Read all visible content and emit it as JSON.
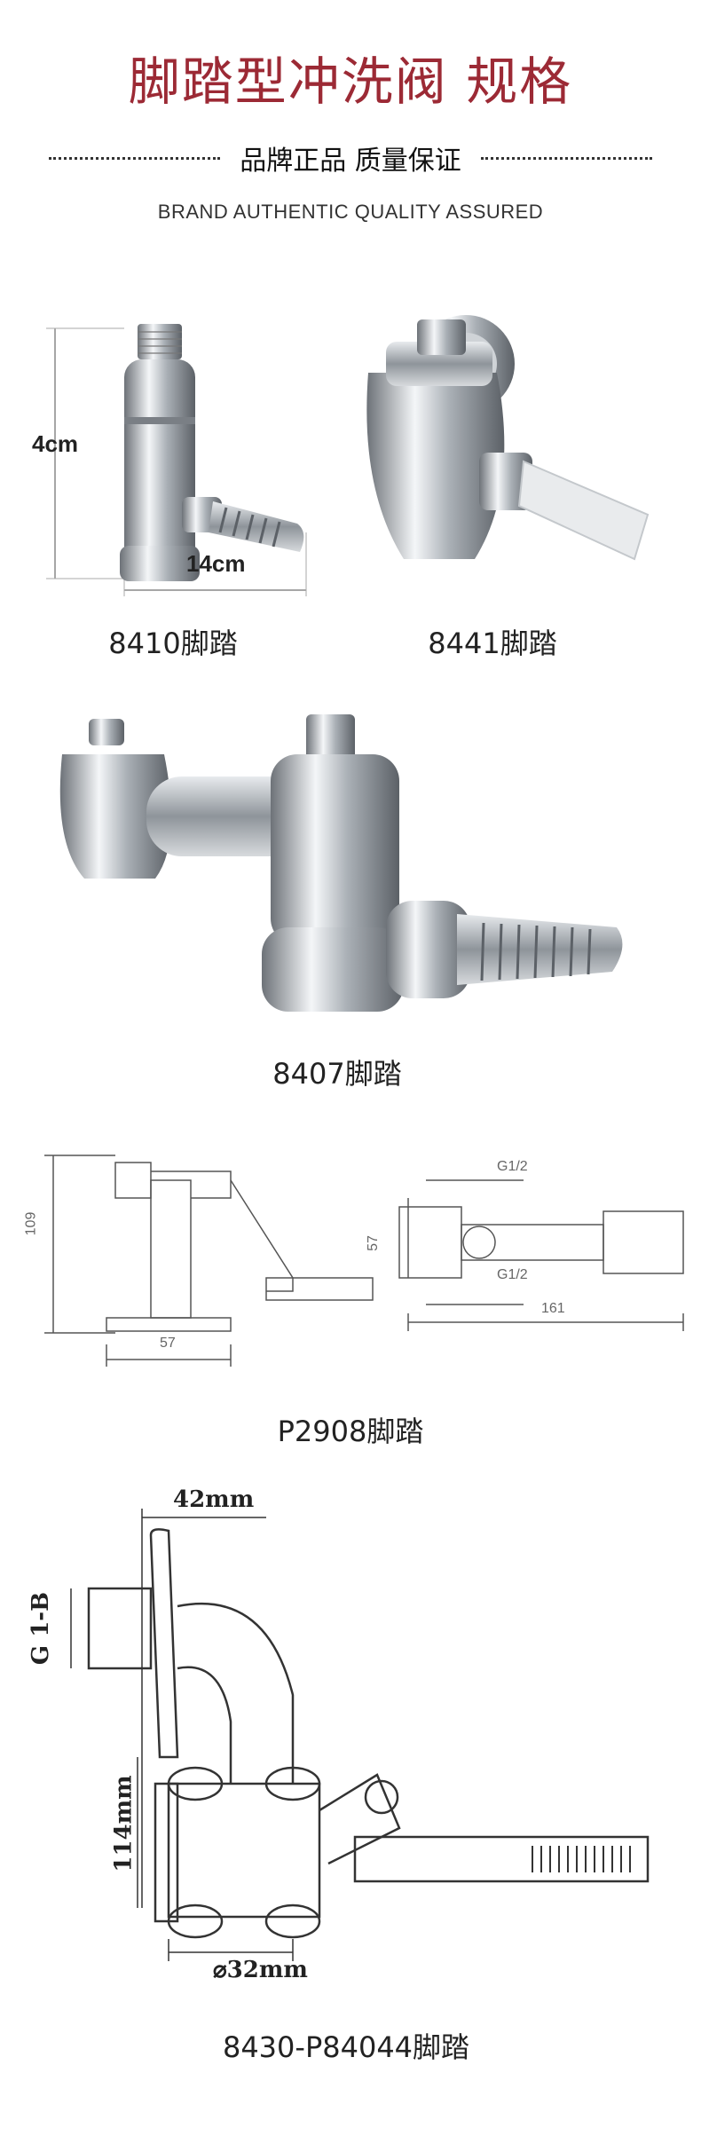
{
  "header": {
    "title": "脚踏型冲洗阀  规格",
    "subtitle": "品牌正品 质量保证",
    "subtitle_en": "BRAND AUTHENTIC  QUALITY ASSURED"
  },
  "products": [
    {
      "caption": "8410脚踏",
      "dims": {
        "height": "4cm",
        "width": "14cm"
      }
    },
    {
      "caption": "8441脚踏"
    },
    {
      "caption": "8407脚踏"
    },
    {
      "caption": "P2908脚踏",
      "dims": {
        "h": "109",
        "base": "57",
        "side_h": "57",
        "len": "161",
        "thread_top": "G1/2",
        "thread_bottom": "G1/2"
      }
    },
    {
      "caption": "8430-P84044脚踏",
      "dims": {
        "top": "42mm",
        "thread": "G 1-B",
        "height": "114mm",
        "dia": "⌀32mm"
      }
    }
  ],
  "colors": {
    "title": "#9c2a35",
    "chrome": "#b8bcc2"
  }
}
